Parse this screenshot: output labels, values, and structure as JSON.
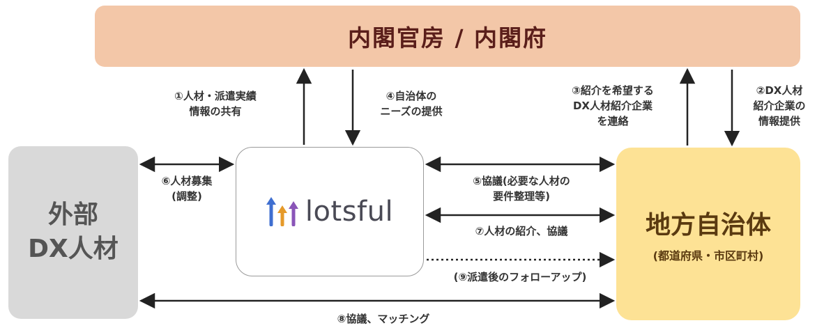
{
  "cabinet": {
    "title": "内閣官房 / 内閣府"
  },
  "external": {
    "line1": "外部",
    "line2": "DX人材"
  },
  "lotsful": {
    "logo_text": "lotsful",
    "logo_colors": [
      "#3f6fd0",
      "#e59a2a",
      "#8a55b8"
    ]
  },
  "local_gov": {
    "title": "地方自治体",
    "subtitle": "(都道府県・市区町村)"
  },
  "flows": {
    "f1": {
      "line1": "①人材・派遣実績",
      "line2": "情報の共有"
    },
    "f2": {
      "line1": "②DX人材",
      "line2": "紹介企業の",
      "line3": "情報提供"
    },
    "f3": {
      "line1": "③紹介を希望する",
      "line2": "DX人材紹介企業",
      "line3": "を連絡"
    },
    "f4": {
      "line1": "④自治体の",
      "line2": "ニーズの提供"
    },
    "f5": {
      "line1": "⑤協議(必要な人材の",
      "line2": "要件整理等)"
    },
    "f6": {
      "line1": "⑥人材募集",
      "line2": "(調整)"
    },
    "f7": {
      "line1": "⑦人材の紹介、協議"
    },
    "f8": {
      "line1": "⑧協議、マッチング"
    },
    "f9": {
      "line1": "(⑨派遣後のフォローアップ)"
    }
  },
  "colors": {
    "cabinet_bg": "#f3c7a8",
    "external_bg": "#d9d9d9",
    "local_bg": "#fde295",
    "arrow": "#222222"
  }
}
